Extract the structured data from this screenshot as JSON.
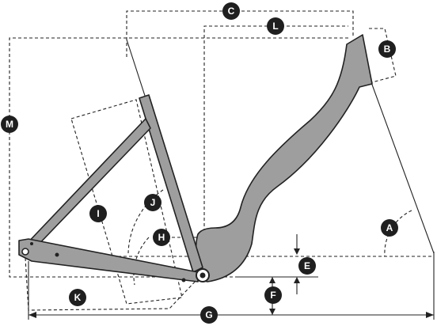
{
  "labels": {
    "A": "A",
    "B": "B",
    "C": "C",
    "E": "E",
    "F": "F",
    "G": "G",
    "H": "H",
    "I": "I",
    "J": "J",
    "K": "K",
    "L": "L",
    "M": "M"
  },
  "colors": {
    "frame_fill": "#9e9e9e",
    "line": "#222222",
    "badge": "#1f1f1f",
    "badge_text": "#ffffff"
  }
}
